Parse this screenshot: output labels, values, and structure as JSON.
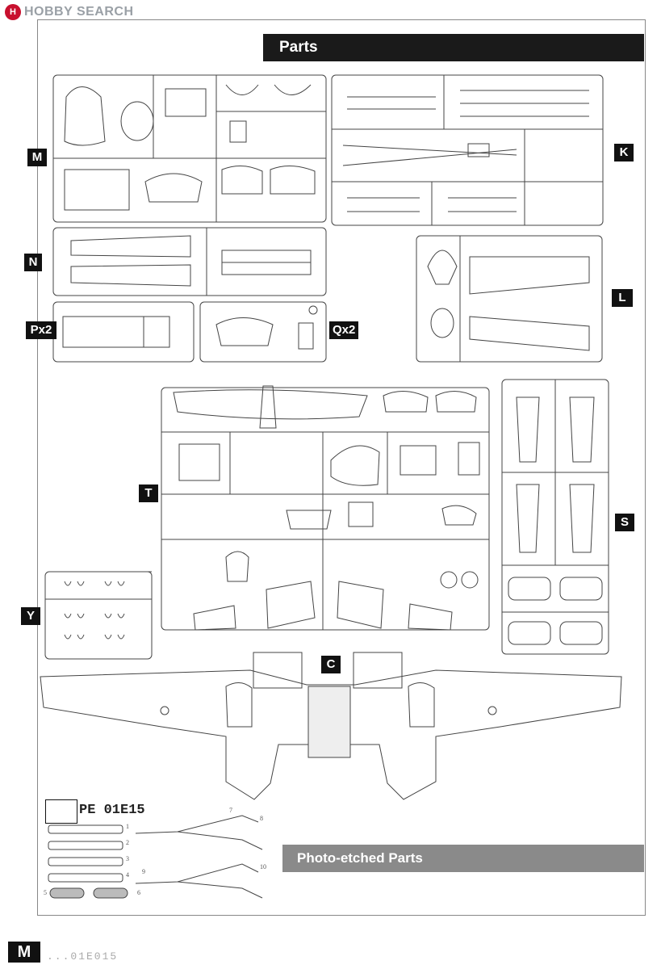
{
  "watermark": {
    "logo": "H",
    "text": "HOBBY SEARCH"
  },
  "banners": {
    "parts": "Parts",
    "photo_etched": "Photo-etched Parts"
  },
  "sprue_labels": {
    "M": "M",
    "K": "K",
    "N": "N",
    "L": "L",
    "P": "Px2",
    "Q": "Qx2",
    "T": "T",
    "S": "S",
    "Y": "Y",
    "C": "C"
  },
  "pe": {
    "code": "PE 01E15",
    "part_numbers": [
      "1",
      "2",
      "3",
      "4",
      "5",
      "6",
      "7",
      "8",
      "9",
      "10"
    ]
  },
  "footer": {
    "logo": "M",
    "text": "...01E015"
  },
  "colors": {
    "ink": "#333333",
    "tag_bg": "#111111",
    "parts_banner": "#1a1a1a",
    "pe_banner": "#8a8a8a",
    "watermark_red": "#c8102e"
  }
}
